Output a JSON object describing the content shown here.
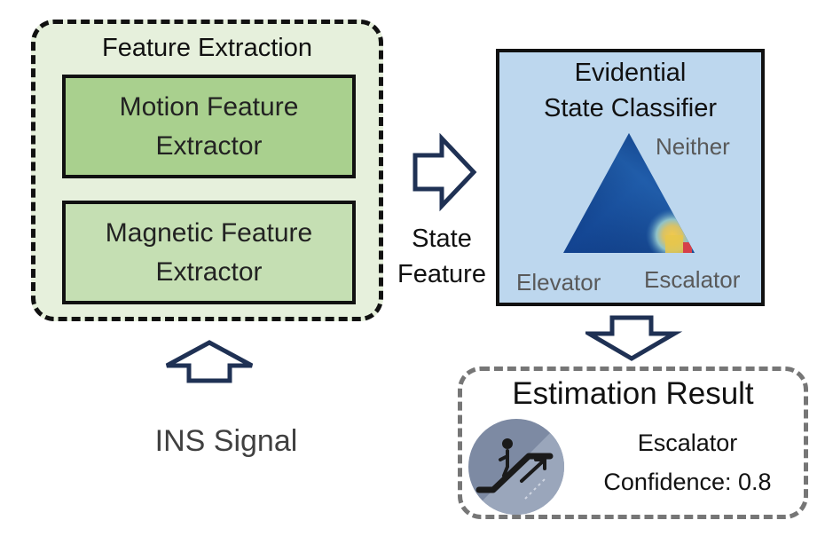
{
  "feature_extraction": {
    "title": "Feature Extraction",
    "motion_line1": "Motion Feature",
    "motion_line2": "Extractor",
    "magnetic_line1": "Magnetic Feature",
    "magnetic_line2": "Extractor"
  },
  "connector": {
    "line1": "State",
    "line2": "Feature"
  },
  "classifier": {
    "title_line1": "Evidential",
    "title_line2": "State Classifier",
    "label_neither": "Neither",
    "label_elevator": "Elevator",
    "label_escalator": "Escalator"
  },
  "input": {
    "label": "INS Signal"
  },
  "result": {
    "title": "Estimation Result",
    "state": "Escalator",
    "confidence": "Confidence: 0.8",
    "icon": "escalator-person-icon"
  },
  "colors": {
    "feature_bg": "#e6f0dc",
    "motion_box": "#a9d08e",
    "magnetic_box": "#c5dfb3",
    "classifier_bg": "#bdd7ee",
    "arrow_stroke": "#1f3154",
    "triangle_dark": "#0d2b66"
  }
}
